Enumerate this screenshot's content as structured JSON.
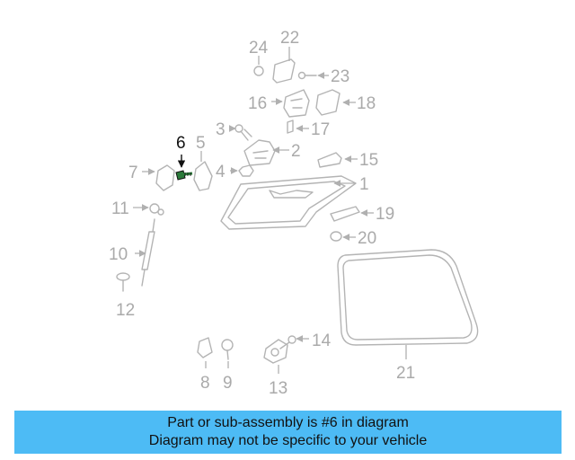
{
  "diagram": {
    "highlighted_part": "6",
    "callouts": [
      "1",
      "2",
      "3",
      "4",
      "5",
      "6",
      "7",
      "8",
      "9",
      "10",
      "11",
      "12",
      "13",
      "14",
      "15",
      "16",
      "17",
      "18",
      "19",
      "20",
      "21",
      "22",
      "23",
      "24"
    ],
    "colors": {
      "highlight": "#111111",
      "part_line": "#b4b4b4",
      "highlight_part": "#2b7a3a"
    }
  },
  "banner": {
    "line1": "Part or sub-assembly is #6 in diagram",
    "line2": "Diagram may not be specific to your vehicle",
    "background": "#4dbbf5"
  }
}
